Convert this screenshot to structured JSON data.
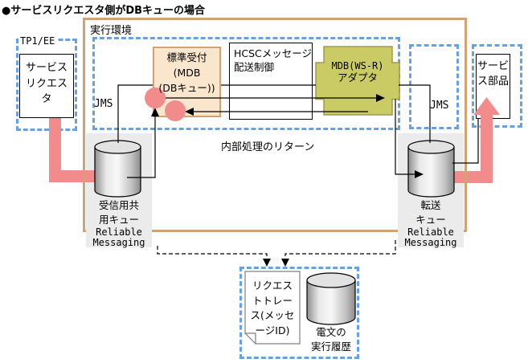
{
  "title": "●サービスリクエスタ側がDBキューの場合",
  "env": {
    "label": "実行環境"
  },
  "left_zone": {
    "label": "TP1/EE",
    "requester": {
      "lines": [
        "サービス",
        "リクエス",
        "タ"
      ]
    }
  },
  "inner": {
    "jms_left": "JMS",
    "jms_right": "JMS",
    "std_reception": {
      "lines": [
        "標準受付",
        "(MDB",
        "(DBキュー))"
      ]
    },
    "hcsc": {
      "lines": [
        "HCSCメッセージ",
        "配送制御"
      ]
    },
    "mdb_adapter": {
      "lines": [
        "MDB(WS-R)",
        "アダプタ"
      ]
    },
    "internal_return": "内部処理のリターン"
  },
  "queues": {
    "receive": {
      "name_lines": [
        "受信用共",
        "用キュー"
      ],
      "product_lines": [
        "Reliable",
        "Messaging"
      ]
    },
    "transfer": {
      "name_lines": [
        "転送",
        "キュー"
      ],
      "product_lines": [
        "Reliable",
        "Messaging"
      ]
    }
  },
  "right_zone": {
    "service_part": {
      "lines": [
        "サービ",
        "ス部品"
      ]
    }
  },
  "trace_box": {
    "request_trace": {
      "lines": [
        "リクエス",
        "トトレー",
        "ス(メッセ",
        "ージID)"
      ]
    },
    "history": {
      "lines": [
        "電文の",
        "実行履歴"
      ]
    }
  },
  "colors": {
    "env_border_tan": "#D2A272",
    "dashed_blue": "#66A1E4",
    "adapter_green": "#CBCB65",
    "flow_salmon": "#F28B8B",
    "reception_peach": "#FAE6CC",
    "queue_gray": "#EBEBEB"
  }
}
